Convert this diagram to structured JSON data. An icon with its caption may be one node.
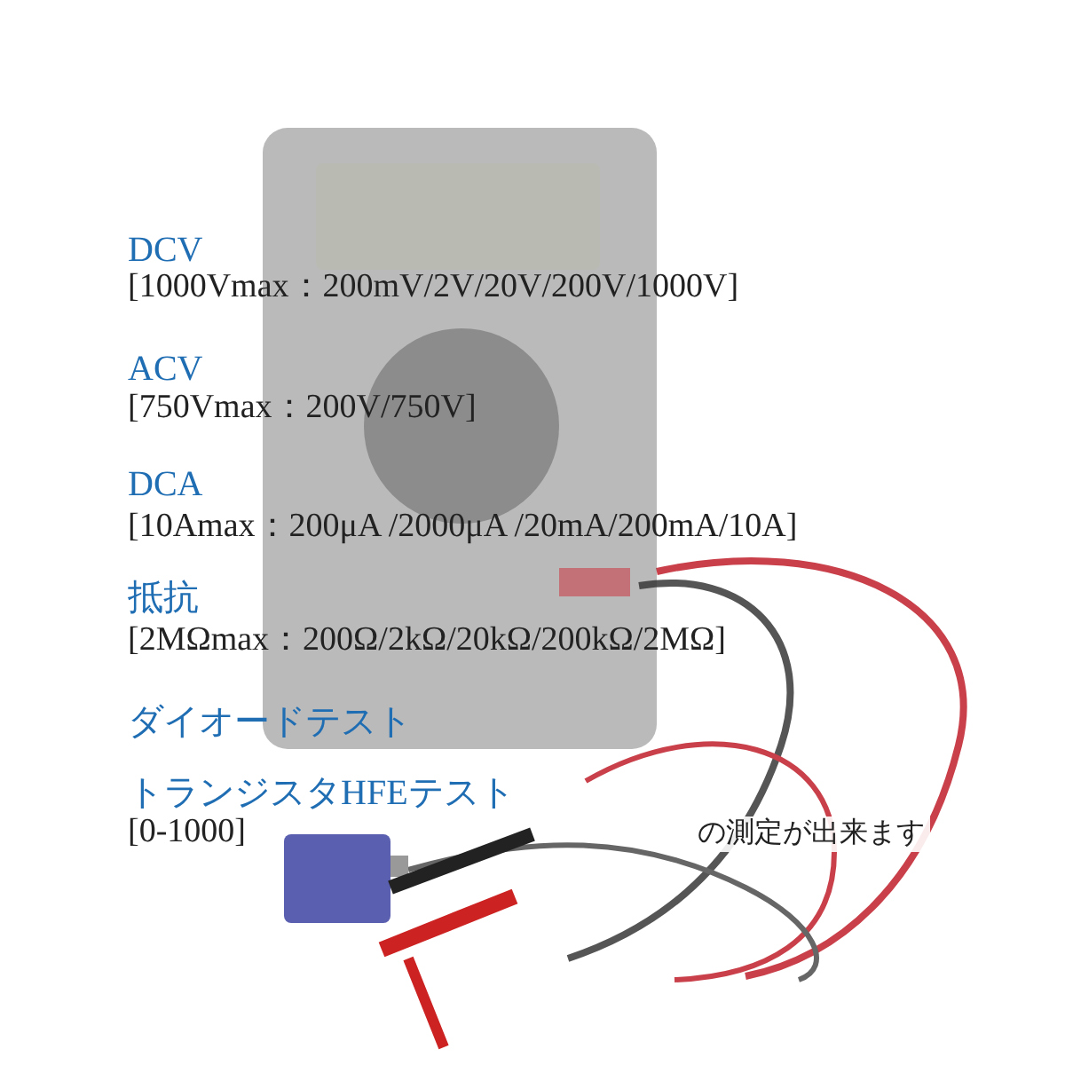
{
  "diagram": {
    "labels": [
      "DCV",
      "[1000Vmax：200mV/2V/20V/200V/1000V]",
      "ACV",
      "[750Vmax：200V/750V]",
      "DCA",
      "[10Amax：200μA /2000μA /20mA/200mA/10A]",
      "抵抗",
      "[2MΩmax：200Ω/2kΩ/20kΩ/200kΩ/2MΩ]",
      "ダイオードテスト",
      "トランジスタHFEテスト",
      "[0-1000]",
      "の測定が出来ます"
    ]
  }
}
